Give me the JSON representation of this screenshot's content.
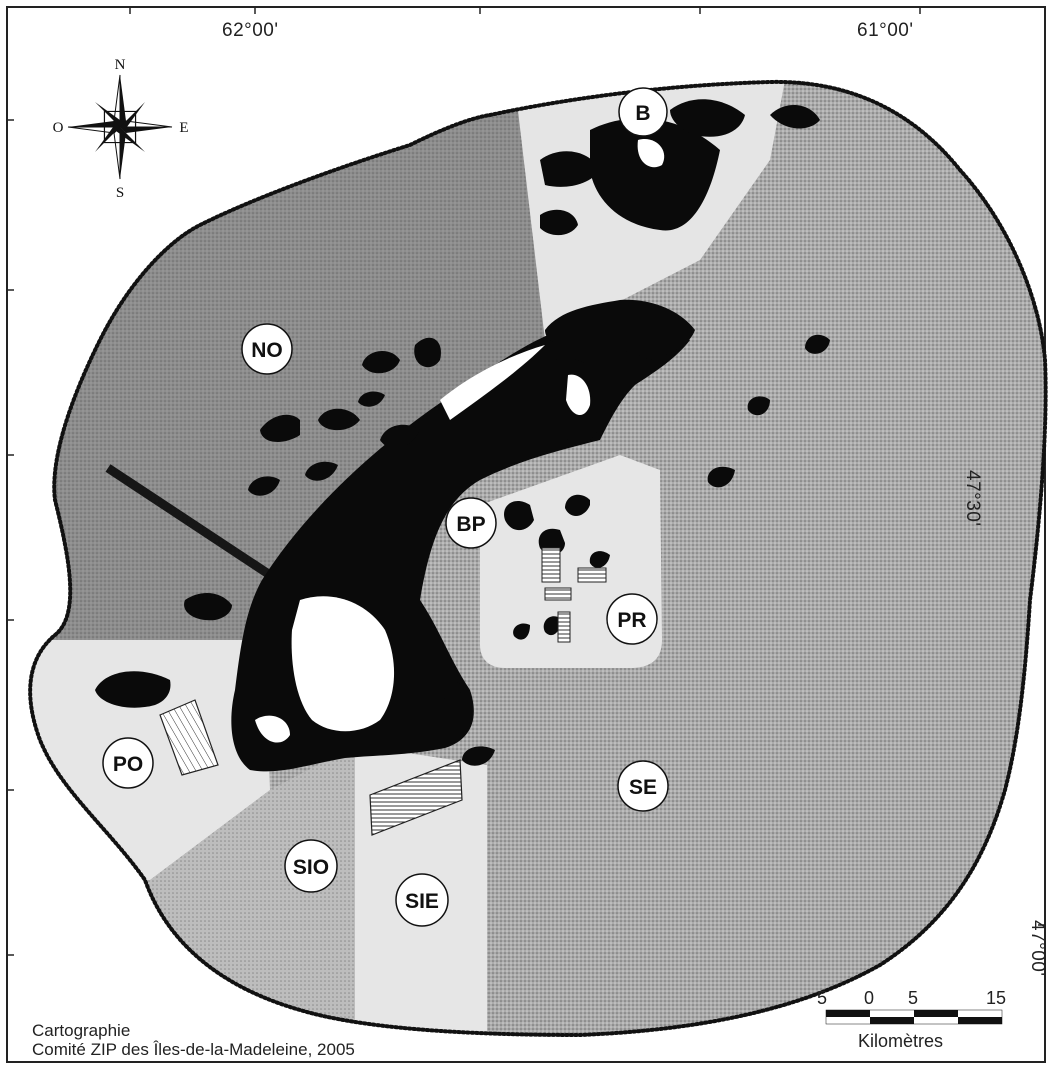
{
  "coordinates": {
    "lon_west": "62°00'",
    "lon_east": "61°00'",
    "lat_north": "47°30'",
    "lat_south": "47°00'"
  },
  "compass": {
    "north": "N",
    "east": "E",
    "south": "S",
    "west": "O"
  },
  "zones": [
    {
      "id": "B",
      "label": "B"
    },
    {
      "id": "NO",
      "label": "NO"
    },
    {
      "id": "BP",
      "label": "BP"
    },
    {
      "id": "PR",
      "label": "PR"
    },
    {
      "id": "PO",
      "label": "PO"
    },
    {
      "id": "SE",
      "label": "SE"
    },
    {
      "id": "SIO",
      "label": "SIO"
    },
    {
      "id": "SIE",
      "label": "SIE"
    }
  ],
  "scale_bar": {
    "ticks": [
      "5",
      "0",
      "5",
      "15"
    ],
    "unit": "Kilomètres"
  },
  "credit": {
    "line1": "Cartographie",
    "line2": "Comité ZIP des Îles-de-la-Madeleine, 2005"
  },
  "colors": {
    "no_zone": "#8c8c8c",
    "se_zone": "#a8a8a8",
    "light_zone": "#e6e6e6",
    "medium_zone": "#bcbcbc",
    "land": "#0a0a0a",
    "lagoon": "#ffffff"
  }
}
